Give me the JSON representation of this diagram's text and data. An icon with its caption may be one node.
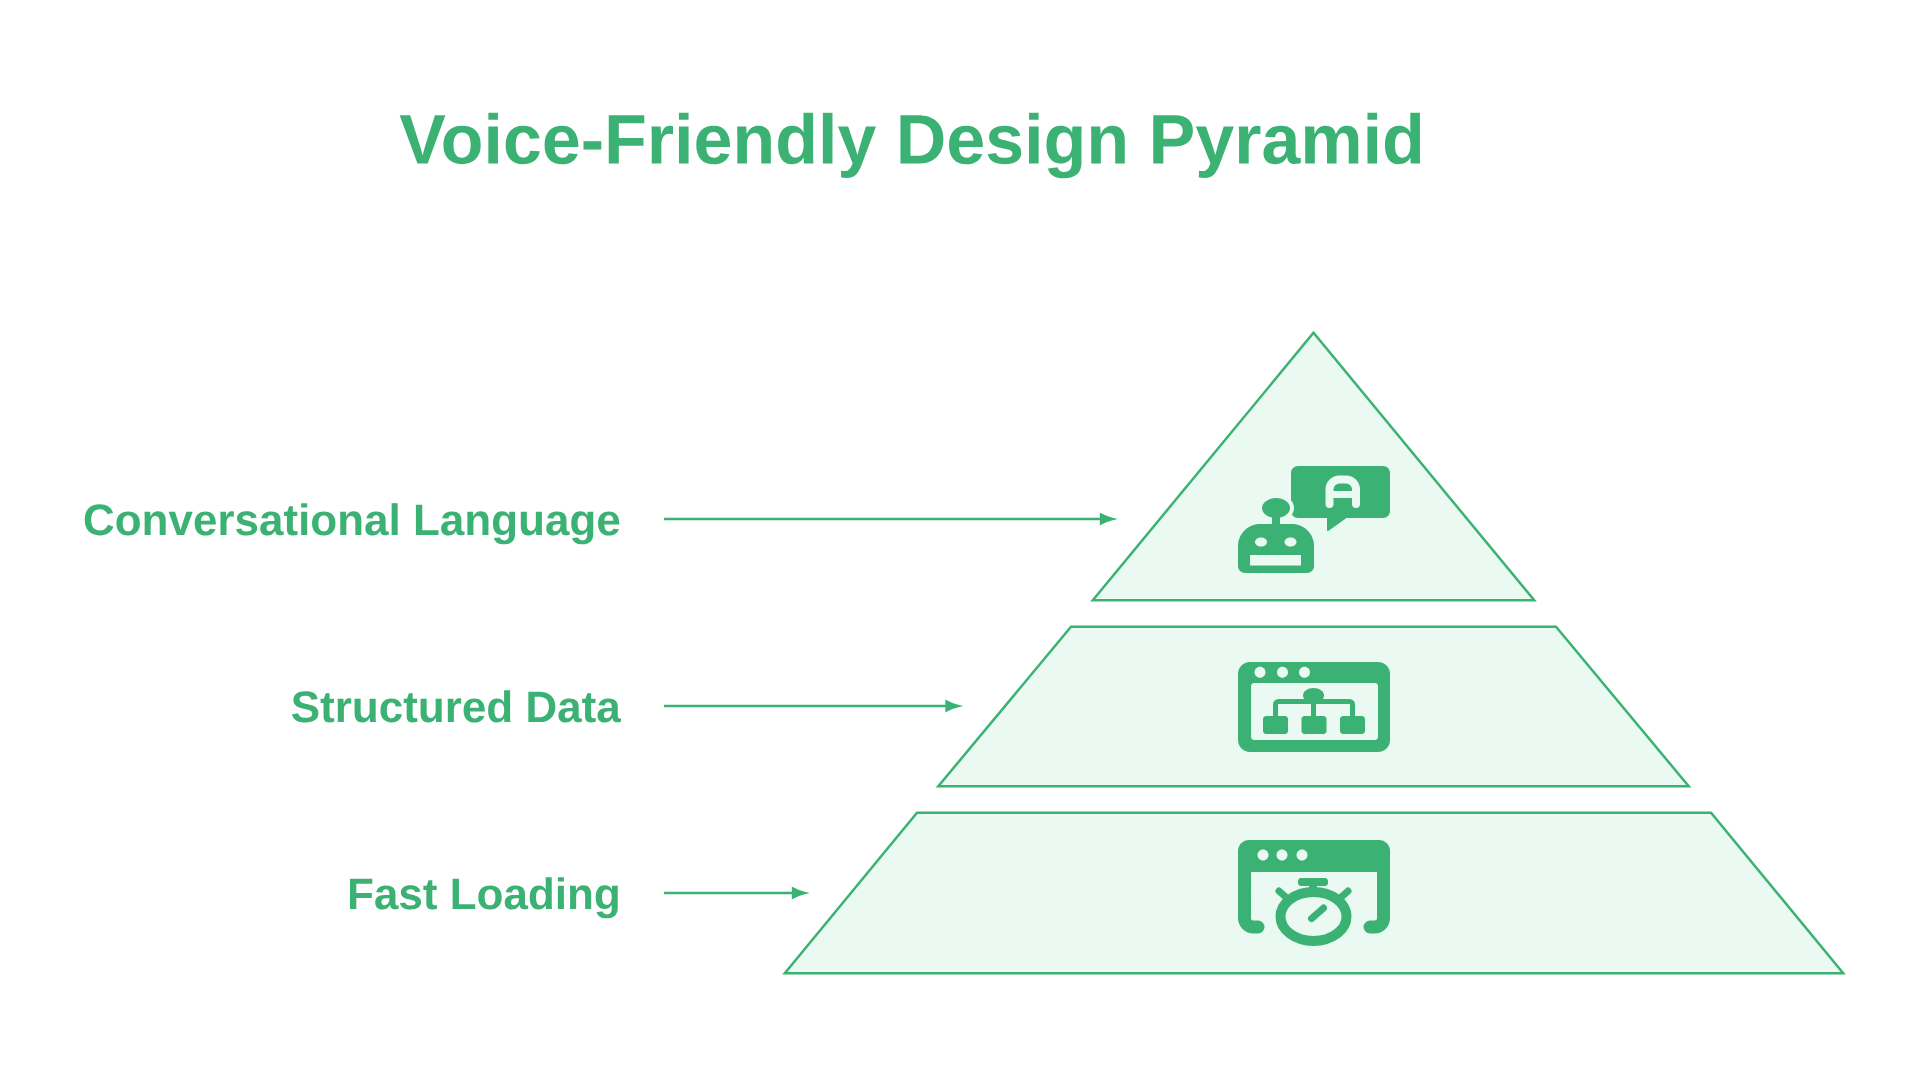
{
  "diagram": {
    "title": "Voice-Friendly Design Pyramid",
    "nodes": [
      {
        "text": [
          "Conversational Language"
        ]
      },
      {
        "text": [],
        "shape": "triangle"
      },
      {
        "text": [
          "Structured Data"
        ]
      },
      {
        "text": [],
        "shape": "trapezoid"
      },
      {
        "text": [
          "Fast Loading"
        ]
      },
      {
        "text": [],
        "shape": "trapezoid"
      }
    ],
    "edges": [
      {
        "from": 0,
        "to": 1,
        "arrow": "to"
      },
      {
        "from": 2,
        "to": 3,
        "arrow": "to"
      },
      {
        "from": 4,
        "to": 5,
        "arrow": "to"
      }
    ]
  }
}
